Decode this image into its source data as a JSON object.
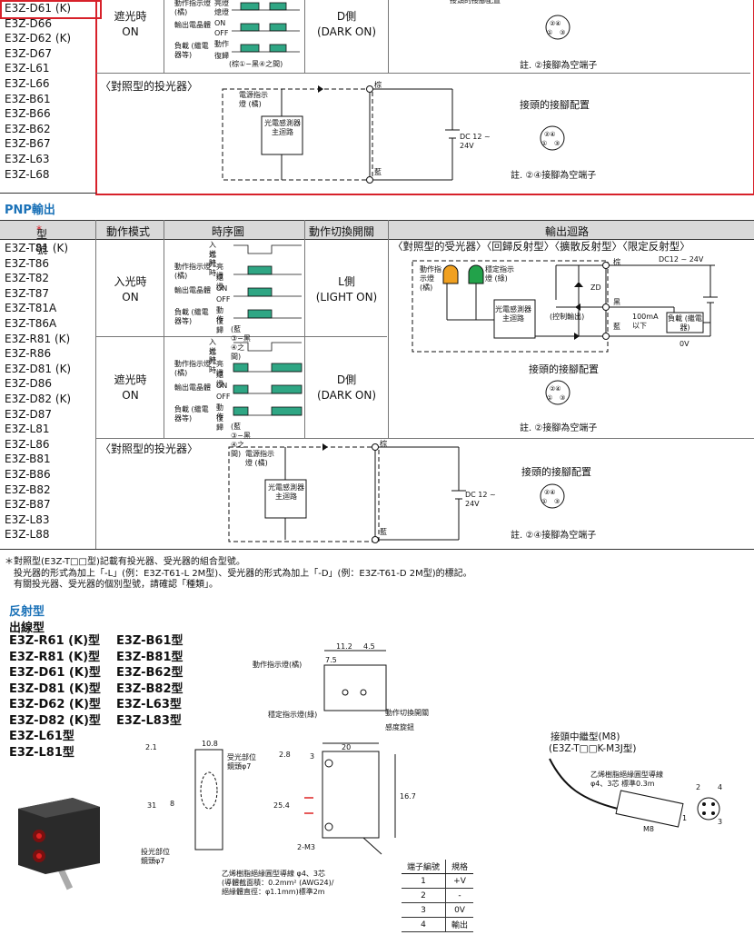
{
  "npn_partial": {
    "models": [
      "E3Z-D61 (K)",
      "E3Z-D66",
      "E3Z-D62 (K)",
      "E3Z-D67",
      "E3Z-L61",
      "E3Z-L66",
      "E3Z-B61",
      "E3Z-B66",
      "E3Z-B62",
      "E3Z-B67",
      "E3Z-L63",
      "E3Z-L68"
    ],
    "mode": "遮光時\nON",
    "switch": "D側\n(DARK ON)",
    "connector_note": "註. ②接腳為空端子",
    "timing": {
      "row1": "動作指示燈 (橘)",
      "on1": "亮燈",
      "off1": "熄燈",
      "row2": "輸出電晶體",
      "on2": "ON",
      "off2": "OFF",
      "row3": "負載 (繼電器等)",
      "on3": "動作",
      "off3": "復歸",
      "note": "(棕①−黑④之間)"
    },
    "emitter_title": "〈對照型的投光器〉",
    "emitter_labels": {
      "power": "電源指示燈 (橘)",
      "circuit": "光電感測器主迴路",
      "dc": "DC 12 ~ 24V",
      "brown": "棕",
      "blue": "藍"
    },
    "connector_title": "接頭的接腳配置",
    "connector_note2": "註. ②④接腳為空端子"
  },
  "pnp": {
    "section_title": "PNP輸出",
    "headers": [
      "型號",
      "動作模式",
      "時序圖",
      "動作切換開關",
      "輸出迴路"
    ],
    "header_star": "*",
    "models": [
      "E3Z-T81 (K)",
      "E3Z-T86",
      "E3Z-T82",
      "E3Z-T87",
      "E3Z-T81A",
      "E3Z-T86A",
      "E3Z-R81 (K)",
      "E3Z-R86",
      "E3Z-D81 (K)",
      "E3Z-D86",
      "E3Z-D82 (K)",
      "E3Z-D87",
      "E3Z-L81",
      "E3Z-L86",
      "E3Z-B81",
      "E3Z-B86",
      "E3Z-B82",
      "E3Z-B87",
      "E3Z-L83",
      "E3Z-L88"
    ],
    "light_mode": "入光時\nON",
    "light_switch": "L側\n(LIGHT ON)",
    "dark_mode": "遮光時\nON",
    "dark_switch": "D側\n(DARK ON)",
    "timing_top": {
      "a": "入光時",
      "b": "遮光時"
    },
    "timing_rows": [
      {
        "name": "動作指示燈 (橘)",
        "on": "亮燈",
        "off": "熄燈"
      },
      {
        "name": "輸出電晶體",
        "on": "ON",
        "off": "OFF"
      },
      {
        "name": "負載 (繼電器等)",
        "on": "動作",
        "off": "復歸"
      }
    ],
    "timing_note": "(藍③−黑④之間)",
    "output_title": "〈對照型的受光器〉〈回歸反射型〉〈擴散反射型〉〈限定反射型〉",
    "out_labels": {
      "ind": "動作指示燈 (橘)",
      "stab": "穩定指示燈 (綠)",
      "circuit": "光電感測器主迴路",
      "ctrl": "(控制輸出)",
      "dc": "DC12 ~ 24V",
      "brown": "棕",
      "black": "黑",
      "blue": "藍",
      "zd": "ZD",
      "cur": "100mA 以下",
      "load": "負載 (繼電器)",
      "zero": "0V"
    },
    "connector_title": "接頭的接腳配置",
    "connector_note": "註. ②接腳為空端子",
    "emitter_title": "〈對照型的投光器〉",
    "emitter_labels": {
      "power": "電源指示燈 (橘)",
      "circuit": "光電感測器主迴路",
      "dc": "DC 12 ~ 24V",
      "brown": "棕",
      "blue": "藍"
    },
    "connector_title2": "接頭的接腳配置",
    "connector_note2": "註. ②④接腳為空端子"
  },
  "footnote": [
    "＊對照型(E3Z-T□□型)記載有投光器、受光器的組合型號。",
    "投光器的形式為加上「-L」(例：E3Z-T61-L 2M型)、受光器的形式為加上「-D」(例：E3Z-T61-D 2M型)的標記。",
    "有關投光器、受光器的個別型號，請確認「種類」。"
  ],
  "reflective": {
    "title": "反射型",
    "subtitle": "出線型",
    "models_left": [
      "E3Z-R61 (K)型",
      "E3Z-R81 (K)型",
      "E3Z-D61 (K)型",
      "E3Z-D81 (K)型",
      "E3Z-D62 (K)型",
      "E3Z-D82 (K)型",
      "E3Z-L61型",
      "E3Z-L81型"
    ],
    "models_right": [
      "E3Z-B61型",
      "E3Z-B81型",
      "E3Z-B62型",
      "E3Z-B82型",
      "E3Z-L63型",
      "E3Z-L83型"
    ]
  },
  "drawing": {
    "op_ind": "動作指示燈(橘)",
    "stab_ind": "穩定指示燈(綠)",
    "switch": "動作切換開關",
    "knob": "感度旋鈕",
    "dims": [
      "11.2",
      "4.5",
      "7.5",
      "2.1",
      "10.8",
      "2.8",
      "3",
      "20",
      "31",
      "8",
      "25.4",
      "16.7"
    ],
    "rx": "受光部位\n鏡頭φ7",
    "tx": "投光部位\n鏡頭φ7",
    "m3": "2-M3",
    "cable": "乙烯樹脂絕緣圓型導線 φ4、3芯\n(導體截面積：0.2mm² (AWG24)/\n絕緣體直徑：φ1.1mm)標準2m",
    "relay_title": "接頭中繼型(M8)",
    "relay_model": "(E3Z-T□□K-M3J型)",
    "relay_cable": "乙烯樹脂絕緣圓型導線\nφ4、3芯  標準0.3m",
    "m8": "M8",
    "pins_num": [
      "2",
      "4",
      "1",
      "3"
    ]
  },
  "pin_table": {
    "headers": [
      "端子編號",
      "規格"
    ],
    "rows": [
      [
        "1",
        "+V"
      ],
      [
        "2",
        "-"
      ],
      [
        "3",
        "0V"
      ],
      [
        "4",
        "輸出"
      ]
    ]
  }
}
